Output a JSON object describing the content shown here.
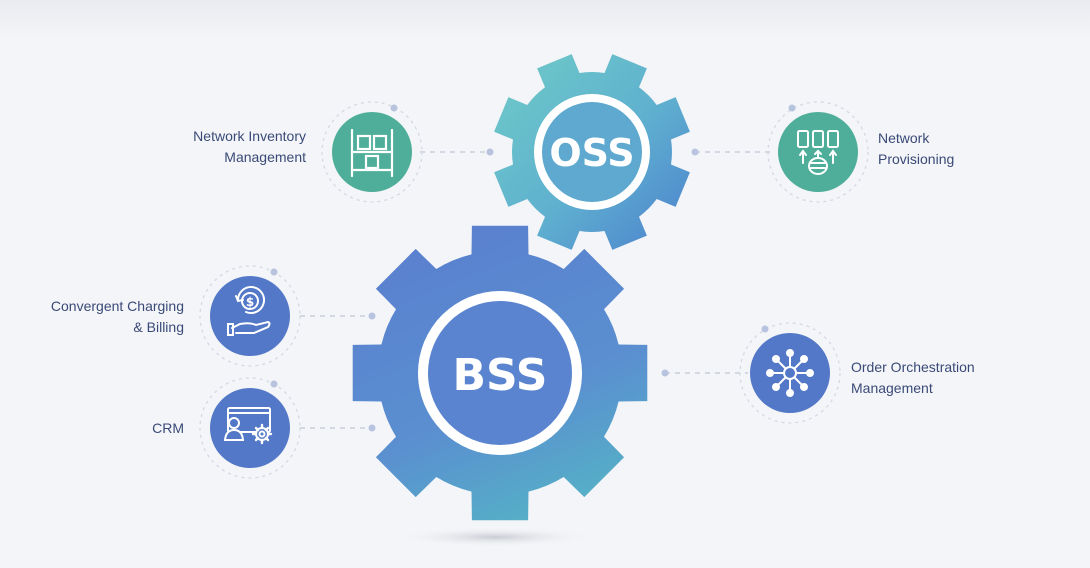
{
  "gears": {
    "oss": {
      "label": "OSS",
      "color_start": "#6cc6c8",
      "color_end": "#4a8fcd"
    },
    "bss": {
      "label": "BSS",
      "color_start": "#5b86d1",
      "color_end": "#4fa6c6"
    }
  },
  "nodes": {
    "network_inventory": {
      "line1": "Network Inventory",
      "line2": "Management",
      "icon": "warehouse-shelf-icon",
      "color": "#4fae9a"
    },
    "network_provisioning": {
      "line1": "Network",
      "line2": "Provisioning",
      "icon": "server-provisioning-icon",
      "color": "#4fae9a"
    },
    "charging_billing": {
      "line1": "Convergent Charging",
      "line2": "& Billing",
      "icon": "dollar-hand-icon",
      "color": "#5378c8"
    },
    "crm": {
      "line1": "CRM",
      "icon": "agent-settings-icon",
      "color": "#5378c8"
    },
    "order_orchestration": {
      "line1": "Order Orchestration",
      "line2": "Management",
      "icon": "hub-network-icon",
      "color": "#5378c8"
    }
  },
  "colors": {
    "label_text": "#3a4a78",
    "connector": "#c8cfdc"
  }
}
